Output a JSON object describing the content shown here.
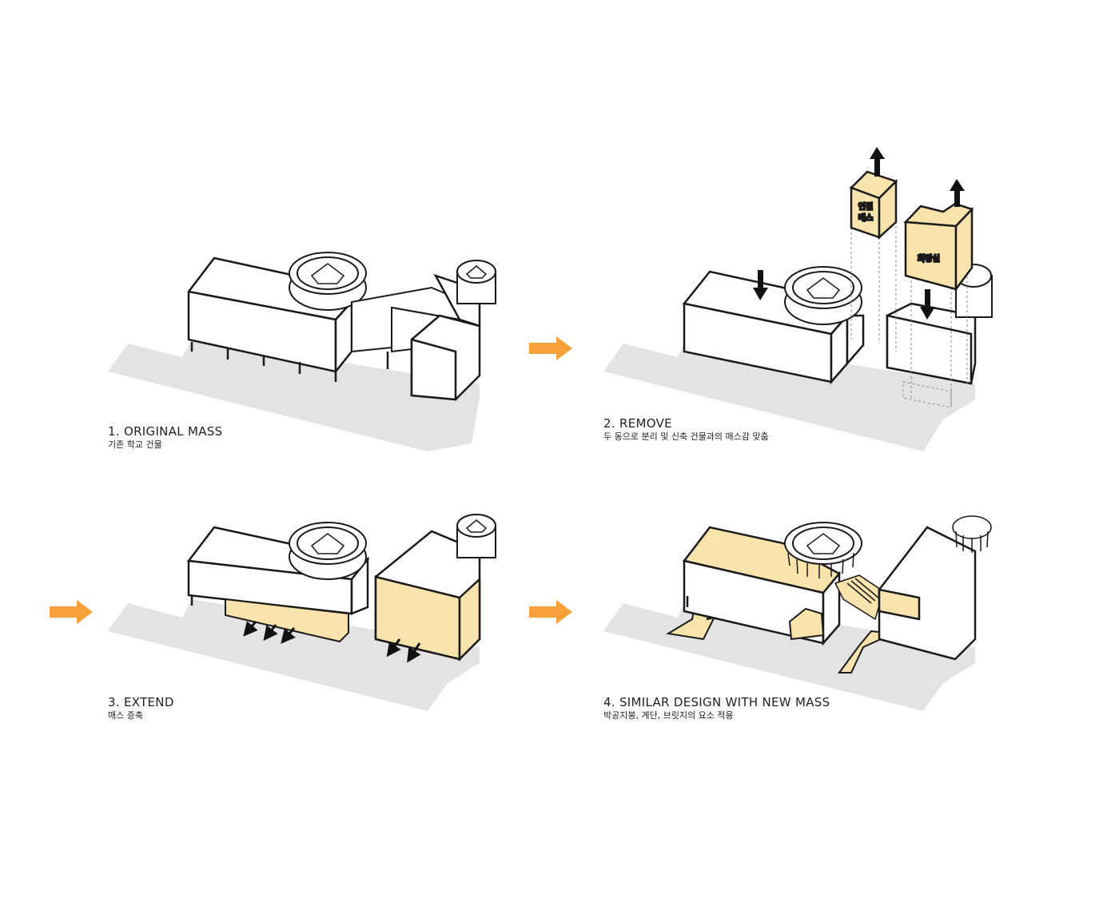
{
  "steps": [
    {
      "title": "1. ORIGINAL MASS",
      "subtitle": "기존 학교 건물"
    },
    {
      "title": "2. REMOVE",
      "subtitle": "두 동으로 분리 및 신축 건물과의 매스감 맞춤"
    },
    {
      "title": "3. EXTEND",
      "subtitle": "매스 증축"
    },
    {
      "title": "4. SIMILAR DESIGN WITH NEW MASS",
      "subtitle": "박공지붕, 계단, 브릿지의 요소 적용"
    }
  ],
  "labels": {
    "connection_mass_line1": "연결",
    "connection_mass_line2": "매스",
    "restroom": "화장실"
  },
  "colors": {
    "highlight": "#f8e3ad",
    "ground": "#e3e3e3",
    "arrow_orange": "#f7a03a",
    "outline": "#1a1a1a"
  }
}
